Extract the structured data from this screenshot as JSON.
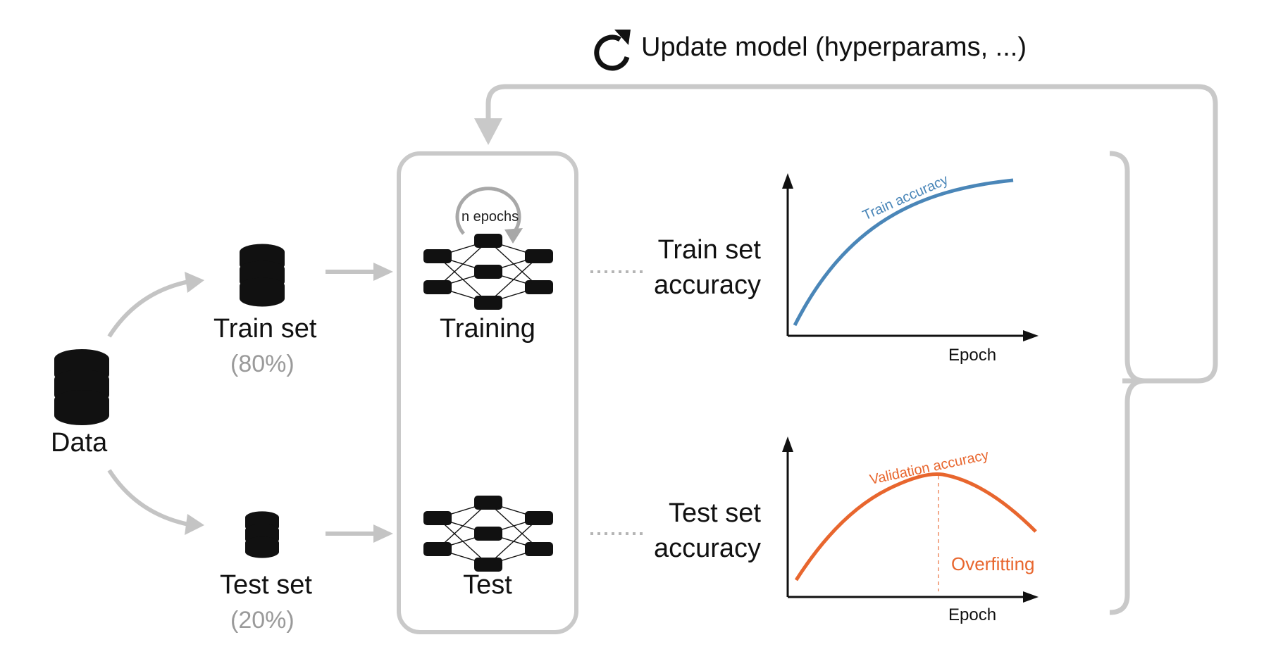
{
  "header": {
    "title": "Update model (hyperparams, ...)",
    "icon": "refresh-icon"
  },
  "data_node": {
    "label": "Data",
    "icon": "database-icon"
  },
  "train_node": {
    "label": "Train set",
    "percent": "(80%)",
    "icon": "database-icon"
  },
  "test_node": {
    "label": "Test set",
    "percent": "(20%)",
    "icon": "database-icon"
  },
  "loop": {
    "epochs_label": "n epochs"
  },
  "stages": {
    "training": "Training",
    "test": "Test"
  },
  "accuracy": {
    "train_line1": "Train set",
    "train_line2": "accuracy",
    "test_line1": "Test set",
    "test_line2": "accuracy"
  },
  "colors": {
    "train": "#4a86b8",
    "validation": "#e8662e",
    "arrow": "#c4c4c4",
    "overfit": "#e8662e"
  },
  "chart_data": [
    {
      "type": "line",
      "title": "",
      "xlabel": "Epoch",
      "ylabel": "",
      "series": [
        {
          "name": "Train accuracy",
          "shape": "increasing-saturating"
        }
      ]
    },
    {
      "type": "line",
      "title": "",
      "xlabel": "Epoch",
      "ylabel": "",
      "series": [
        {
          "name": "Validation accuracy",
          "shape": "rise-then-fall"
        }
      ],
      "annotations": [
        "Overfitting"
      ]
    }
  ]
}
